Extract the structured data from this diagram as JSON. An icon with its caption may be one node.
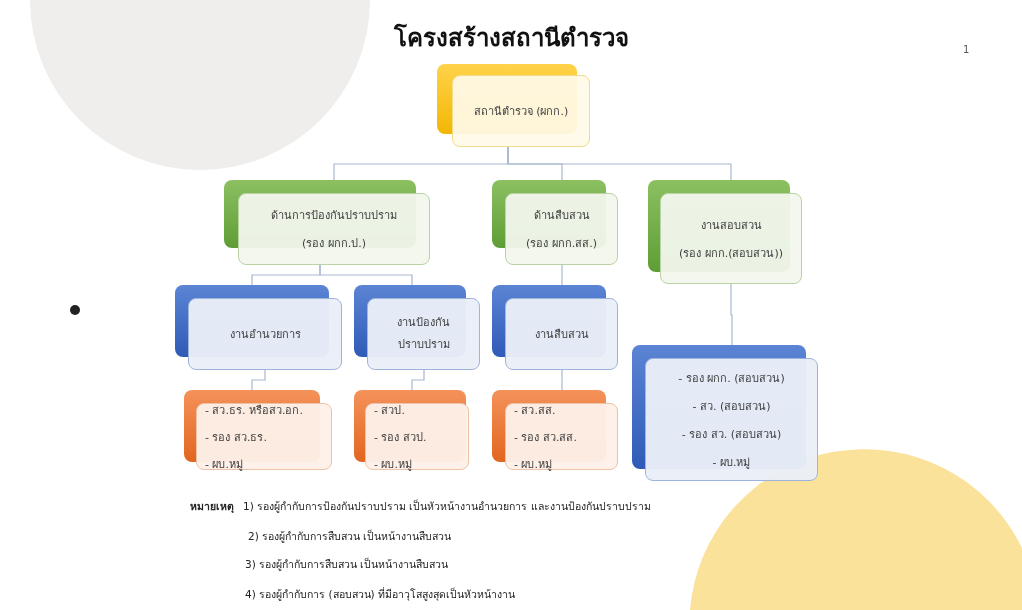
{
  "diagram": {
    "title": "โครงสร้างสถานีตำรวจ",
    "nodes": [
      {
        "text": [
          "สถานีตำรวจ (ผกก.)"
        ]
      },
      {
        "text": [
          "ด้านการป้องกันปราบปราม",
          "(รอง ผกก.ป.)"
        ]
      },
      {
        "text": [
          "ด้านสืบสวน",
          "(รอง ผกก.สส.)"
        ]
      },
      {
        "text": [
          "งานสอบสวน",
          "(รอง ผกก.(สอบสวน))"
        ]
      },
      {
        "text": [
          "งานอำนวยการ"
        ]
      },
      {
        "text": [
          "งานป้องกัน ปราบปราม"
        ]
      },
      {
        "text": [
          "งานสืบสวน"
        ]
      },
      {
        "text": [
          "- สว.ธร. หรือสว.อก.",
          "- รอง สว.ธร.",
          "- ผบ.หมู่"
        ]
      },
      {
        "text": [
          "- สวป.",
          "- รอง สวป.",
          "- ผบ.หมู่"
        ]
      },
      {
        "text": [
          "- สว.สส.",
          "- รอง สว.สส.",
          "- ผบ.หมู่"
        ]
      },
      {
        "text": [
          "- รอง ผกก. (สอบสวน)",
          "- สว. (สอบสวน)",
          "- รอง สว. (สอบสวน)",
          "- ผบ.หมู่"
        ]
      }
    ],
    "edges": [
      {
        "from": 0,
        "to": 1,
        "arrow": "none"
      },
      {
        "from": 0,
        "to": 2,
        "arrow": "none"
      },
      {
        "from": 0,
        "to": 3,
        "arrow": "none"
      },
      {
        "from": 1,
        "to": 4,
        "arrow": "none"
      },
      {
        "from": 1,
        "to": 5,
        "arrow": "none"
      },
      {
        "from": 2,
        "to": 6,
        "arrow": "none"
      },
      {
        "from": 4,
        "to": 7,
        "arrow": "none"
      },
      {
        "from": 5,
        "to": 8,
        "arrow": "none"
      },
      {
        "from": 6,
        "to": 9,
        "arrow": "none"
      },
      {
        "from": 3,
        "to": 10,
        "arrow": "none"
      }
    ],
    "labels": [
      "1",
      "หมายเหตุ",
      "1) รองผู้กำกับการป้องกันปราบปราม เป็นหัวหน้างานอำนวยการ และงานป้องกันปราบปราม",
      "2)  รองผู้กำกับการสืบสวน เป็นหน้างานสืบสวน",
      "3) รองผู้กำกับการสืบสวน เป็นหน้างานสืบสวน",
      "4) รองผู้กำกับการ (สอบสวน) ที่มีอาวุโสสูงสุดเป็นหัวหน้างาน"
    ]
  }
}
